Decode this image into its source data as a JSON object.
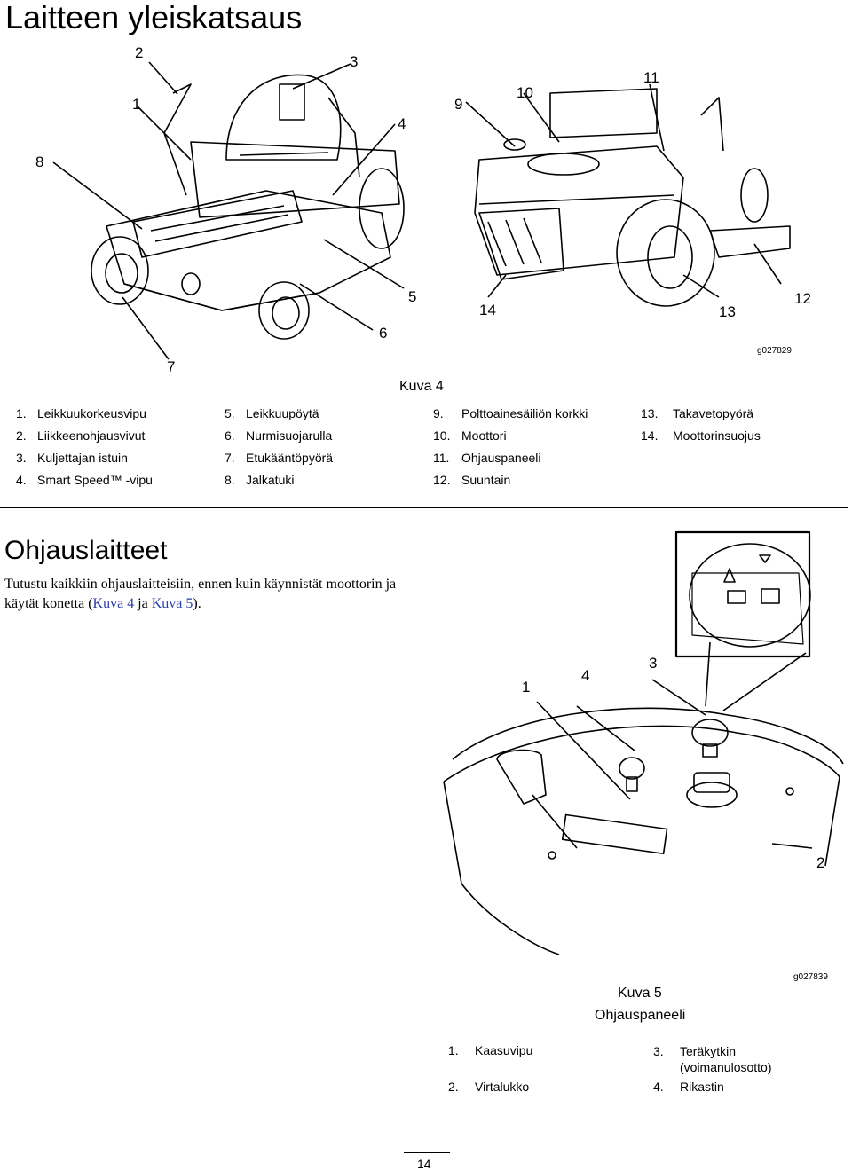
{
  "heading": "Laitteen yleiskatsaus",
  "figure4": {
    "tag": "g027829",
    "caption": "Kuva 4",
    "callouts": [
      "1",
      "2",
      "3",
      "4",
      "5",
      "6",
      "7",
      "8",
      "9",
      "10",
      "11",
      "12",
      "13",
      "14"
    ],
    "legend": [
      {
        "num": "1.",
        "label": "Leikkuukorkeusvipu"
      },
      {
        "num": "2.",
        "label": "Liikkeenohjausvivut"
      },
      {
        "num": "3.",
        "label": "Kuljettajan istuin"
      },
      {
        "num": "4.",
        "label": "Smart Speed™ -vipu"
      },
      {
        "num": "5.",
        "label": "Leikkuupöytä"
      },
      {
        "num": "6.",
        "label": "Nurmisuojarulla"
      },
      {
        "num": "7.",
        "label": "Etukääntöpyörä"
      },
      {
        "num": "8.",
        "label": "Jalkatuki"
      },
      {
        "num": "9.",
        "label": "Polttoainesäiliön korkki"
      },
      {
        "num": "10.",
        "label": "Moottori"
      },
      {
        "num": "11.",
        "label": "Ohjauspaneeli"
      },
      {
        "num": "12.",
        "label": "Suuntain"
      },
      {
        "num": "13.",
        "label": "Takavetopyörä"
      },
      {
        "num": "14.",
        "label": "Moottorinsuojus"
      }
    ]
  },
  "section": {
    "title": "Ohjauslaitteet",
    "para_text": "Tutustu kaikkiin ohjauslaitteisiin, ennen kuin käynnistät moottorin ja käytät konetta (",
    "link1": "Kuva 4",
    "mid": " ja ",
    "link2": "Kuva 5",
    "end": ")."
  },
  "figure5": {
    "tag": "g027839",
    "caption": "Kuva 5",
    "subcaption": "Ohjauspaneeli",
    "callouts": [
      "1",
      "4",
      "3",
      "2"
    ],
    "legend": [
      {
        "num": "1.",
        "label": "Kaasuvipu"
      },
      {
        "num": "2.",
        "label": "Virtalukko"
      },
      {
        "num": "3.",
        "label": "Teräkytkin (voimanulosotto)"
      },
      {
        "num": "4.",
        "label": "Rikastin"
      }
    ]
  },
  "page_number": "14"
}
